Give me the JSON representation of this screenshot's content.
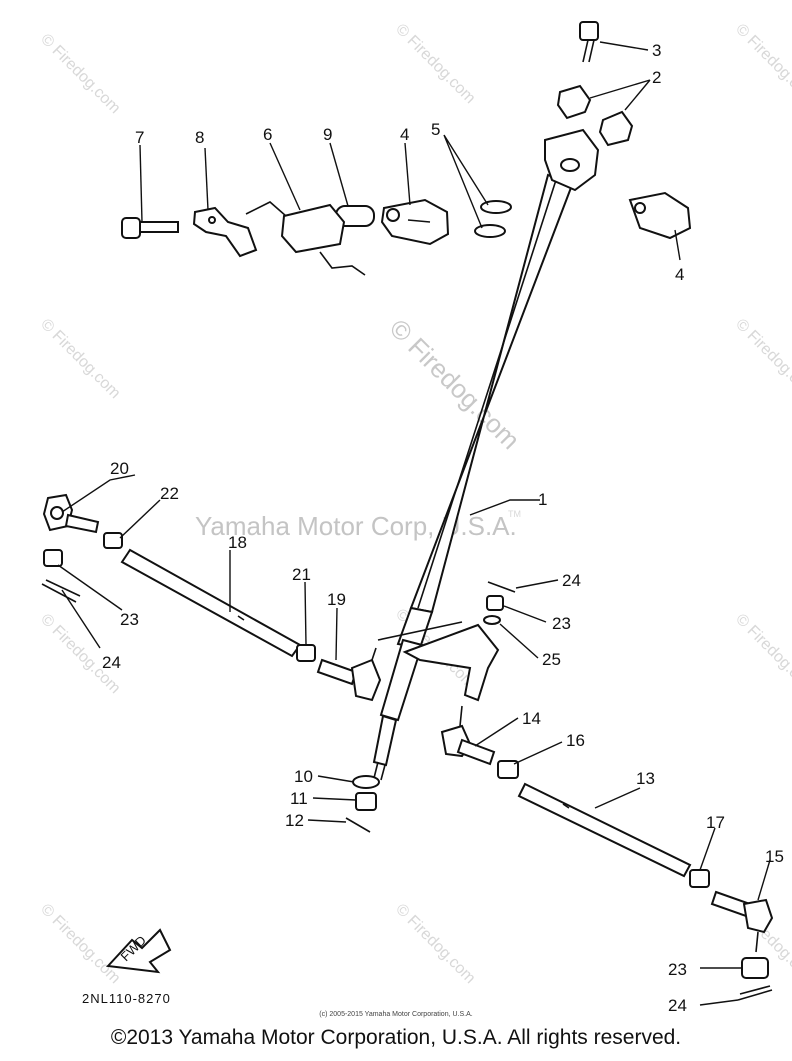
{
  "watermark": {
    "site": "© Firedog.com",
    "center": "Yamaha Motor Corp, U.S.A.",
    "tm": "TM"
  },
  "callouts": [
    "1",
    "2",
    "3",
    "4",
    "5",
    "6",
    "7",
    "8",
    "9",
    "10",
    "11",
    "12",
    "13",
    "14",
    "15",
    "16",
    "17",
    "18",
    "19",
    "20",
    "21",
    "22",
    "23",
    "24",
    "25"
  ],
  "arrow_label": "FWD",
  "diagram_code": "2NL110-8270",
  "small_copyright": "(c) 2005-2015 Yamaha Motor Corporation, U.S.A.",
  "footer": "©2013 Yamaha Motor Corporation, U.S.A. All rights reserved."
}
